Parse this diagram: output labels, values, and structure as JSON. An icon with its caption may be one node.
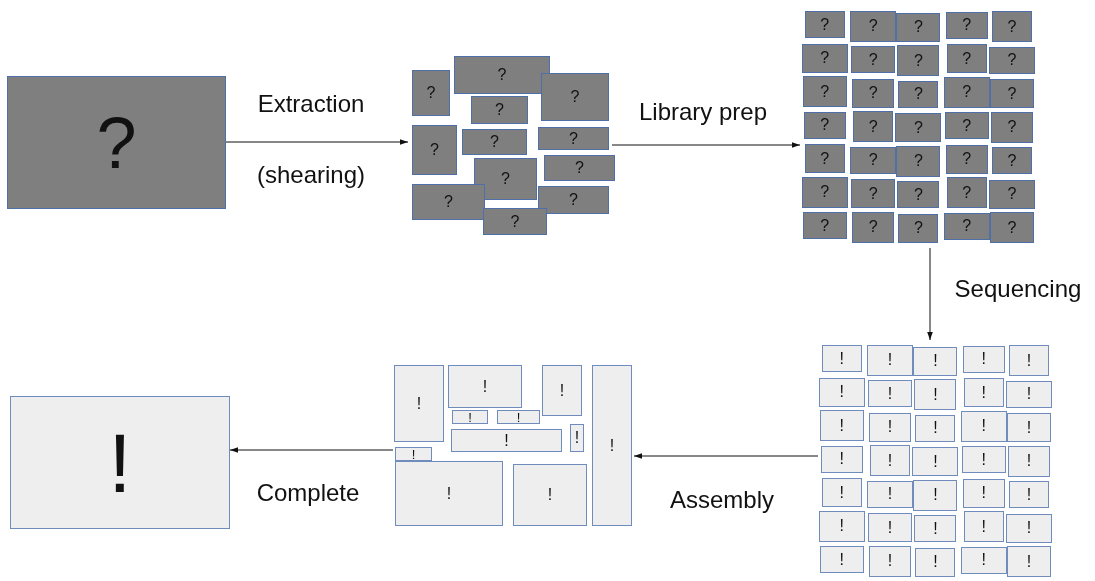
{
  "diagram": {
    "nodes": [
      {
        "text": [
          "?"
        ]
      },
      {
        "text": [],
        "shape": "cluster"
      },
      {
        "text": [
          "?"
        ],
        "in": 1
      },
      {
        "text": [
          "?"
        ],
        "in": 1
      },
      {
        "text": [
          "?"
        ],
        "in": 1
      },
      {
        "text": [
          "?"
        ],
        "in": 1
      },
      {
        "text": [
          "?"
        ],
        "in": 1
      },
      {
        "text": [
          "?"
        ],
        "in": 1
      },
      {
        "text": [
          "?"
        ],
        "in": 1
      },
      {
        "text": [
          "?"
        ],
        "in": 1
      },
      {
        "text": [
          "?"
        ],
        "in": 1
      },
      {
        "text": [
          "?"
        ],
        "in": 1
      },
      {
        "text": [
          "?"
        ],
        "in": 1
      },
      {
        "text": [
          "?"
        ],
        "in": 1
      },
      {
        "text": [],
        "shape": "cluster"
      },
      {
        "text": [
          "?"
        ],
        "in": 14
      },
      {
        "text": [
          "?"
        ],
        "in": 14
      },
      {
        "text": [
          "?"
        ],
        "in": 14
      },
      {
        "text": [
          "?"
        ],
        "in": 14
      },
      {
        "text": [
          "?"
        ],
        "in": 14
      },
      {
        "text": [
          "?"
        ],
        "in": 14
      },
      {
        "text": [
          "?"
        ],
        "in": 14
      },
      {
        "text": [
          "?"
        ],
        "in": 14
      },
      {
        "text": [
          "?"
        ],
        "in": 14
      },
      {
        "text": [
          "?"
        ],
        "in": 14
      },
      {
        "text": [
          "?"
        ],
        "in": 14
      },
      {
        "text": [
          "?"
        ],
        "in": 14
      },
      {
        "text": [
          "?"
        ],
        "in": 14
      },
      {
        "text": [
          "?"
        ],
        "in": 14
      },
      {
        "text": [
          "?"
        ],
        "in": 14
      },
      {
        "text": [
          "?"
        ],
        "in": 14
      },
      {
        "text": [
          "?"
        ],
        "in": 14
      },
      {
        "text": [
          "?"
        ],
        "in": 14
      },
      {
        "text": [
          "?"
        ],
        "in": 14
      },
      {
        "text": [
          "?"
        ],
        "in": 14
      },
      {
        "text": [
          "?"
        ],
        "in": 14
      },
      {
        "text": [
          "?"
        ],
        "in": 14
      },
      {
        "text": [
          "?"
        ],
        "in": 14
      },
      {
        "text": [
          "?"
        ],
        "in": 14
      },
      {
        "text": [
          "?"
        ],
        "in": 14
      },
      {
        "text": [
          "?"
        ],
        "in": 14
      },
      {
        "text": [
          "?"
        ],
        "in": 14
      },
      {
        "text": [
          "?"
        ],
        "in": 14
      },
      {
        "text": [
          "?"
        ],
        "in": 14
      },
      {
        "text": [
          "?"
        ],
        "in": 14
      },
      {
        "text": [
          "?"
        ],
        "in": 14
      },
      {
        "text": [
          "?"
        ],
        "in": 14
      },
      {
        "text": [
          "?"
        ],
        "in": 14
      },
      {
        "text": [
          "?"
        ],
        "in": 14
      },
      {
        "text": [
          "?"
        ],
        "in": 14
      },
      {
        "text": [],
        "shape": "cluster"
      },
      {
        "text": [
          "!"
        ],
        "in": 50
      },
      {
        "text": [
          "!"
        ],
        "in": 50
      },
      {
        "text": [
          "!"
        ],
        "in": 50
      },
      {
        "text": [
          "!"
        ],
        "in": 50
      },
      {
        "text": [
          "!"
        ],
        "in": 50
      },
      {
        "text": [
          "!"
        ],
        "in": 50
      },
      {
        "text": [
          "!"
        ],
        "in": 50
      },
      {
        "text": [
          "!"
        ],
        "in": 50
      },
      {
        "text": [
          "!"
        ],
        "in": 50
      },
      {
        "text": [
          "!"
        ],
        "in": 50
      },
      {
        "text": [
          "!"
        ],
        "in": 50
      },
      {
        "text": [
          "!"
        ],
        "in": 50
      },
      {
        "text": [
          "!"
        ],
        "in": 50
      },
      {
        "text": [
          "!"
        ],
        "in": 50
      },
      {
        "text": [
          "!"
        ],
        "in": 50
      },
      {
        "text": [
          "!"
        ],
        "in": 50
      },
      {
        "text": [
          "!"
        ],
        "in": 50
      },
      {
        "text": [
          "!"
        ],
        "in": 50
      },
      {
        "text": [
          "!"
        ],
        "in": 50
      },
      {
        "text": [
          "!"
        ],
        "in": 50
      },
      {
        "text": [
          "!"
        ],
        "in": 50
      },
      {
        "text": [
          "!"
        ],
        "in": 50
      },
      {
        "text": [
          "!"
        ],
        "in": 50
      },
      {
        "text": [
          "!"
        ],
        "in": 50
      },
      {
        "text": [
          "!"
        ],
        "in": 50
      },
      {
        "text": [
          "!"
        ],
        "in": 50
      },
      {
        "text": [
          "!"
        ],
        "in": 50
      },
      {
        "text": [
          "!"
        ],
        "in": 50
      },
      {
        "text": [
          "!"
        ],
        "in": 50
      },
      {
        "text": [
          "!"
        ],
        "in": 50
      },
      {
        "text": [
          "!"
        ],
        "in": 50
      },
      {
        "text": [
          "!"
        ],
        "in": 50
      },
      {
        "text": [
          "!"
        ],
        "in": 50
      },
      {
        "text": [
          "!"
        ],
        "in": 50
      },
      {
        "text": [
          "!"
        ],
        "in": 50
      },
      {
        "text": [],
        "shape": "cluster"
      },
      {
        "text": [
          "!"
        ],
        "in": 86
      },
      {
        "text": [
          "!"
        ],
        "in": 86
      },
      {
        "text": [
          "!"
        ],
        "in": 86
      },
      {
        "text": [
          "!"
        ],
        "in": 86
      },
      {
        "text": [
          "!"
        ],
        "in": 86
      },
      {
        "text": [
          "!"
        ],
        "in": 86
      },
      {
        "text": [
          "!"
        ],
        "in": 86
      },
      {
        "text": [
          "!"
        ],
        "in": 86
      },
      {
        "text": [
          "!"
        ],
        "in": 86
      },
      {
        "text": [
          "!"
        ],
        "in": 86
      },
      {
        "text": [
          "!"
        ],
        "in": 86
      },
      {
        "text": [
          "!"
        ]
      }
    ],
    "edges": [
      {
        "from": 0,
        "to": 1,
        "arrow": "to",
        "label": "Extraction"
      },
      {
        "from": 1,
        "to": 14,
        "arrow": "to",
        "label": "Library prep"
      },
      {
        "from": 14,
        "to": 50,
        "arrow": "to",
        "label": "Sequencing"
      },
      {
        "from": 50,
        "to": 86,
        "arrow": "to",
        "label": "Assembly"
      },
      {
        "from": 86,
        "to": 98,
        "arrow": "to",
        "label": "Complete"
      }
    ],
    "labels": [
      "(shearing)"
    ]
  }
}
